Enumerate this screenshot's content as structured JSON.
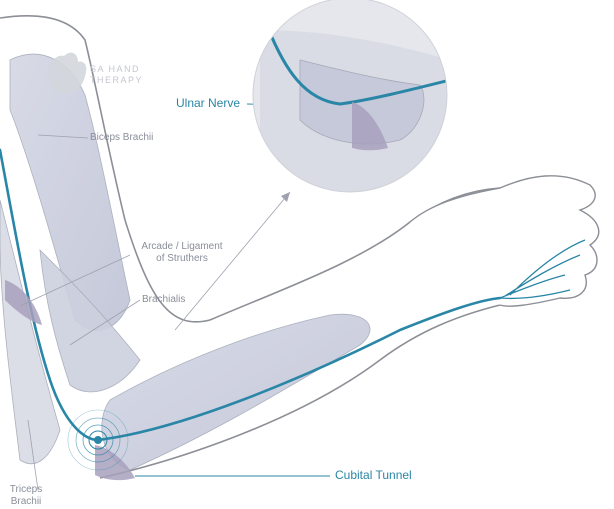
{
  "title": "",
  "watermark": {
    "line1": "SA HAND",
    "line2": "THERAPY"
  },
  "labels": {
    "ulnar_nerve": "Ulnar Nerve",
    "biceps": "Biceps Brachii",
    "arcade_line1": "Arcade / Ligament",
    "arcade_line2": "of Struthers",
    "brachialis": "Brachialis",
    "cubital_tunnel": "Cubital Tunnel",
    "triceps_line1": "Triceps",
    "triceps_line2": "Brachii"
  },
  "colors": {
    "nerve": "#2a86a6",
    "muscle": "#c9ccdb",
    "ligament": "#a7a0bd",
    "outline": "#8c8f96",
    "label": "#8a8e99"
  },
  "icons": {
    "watermark": "hand-logo-icon",
    "compression_point": "target-rings-icon"
  }
}
